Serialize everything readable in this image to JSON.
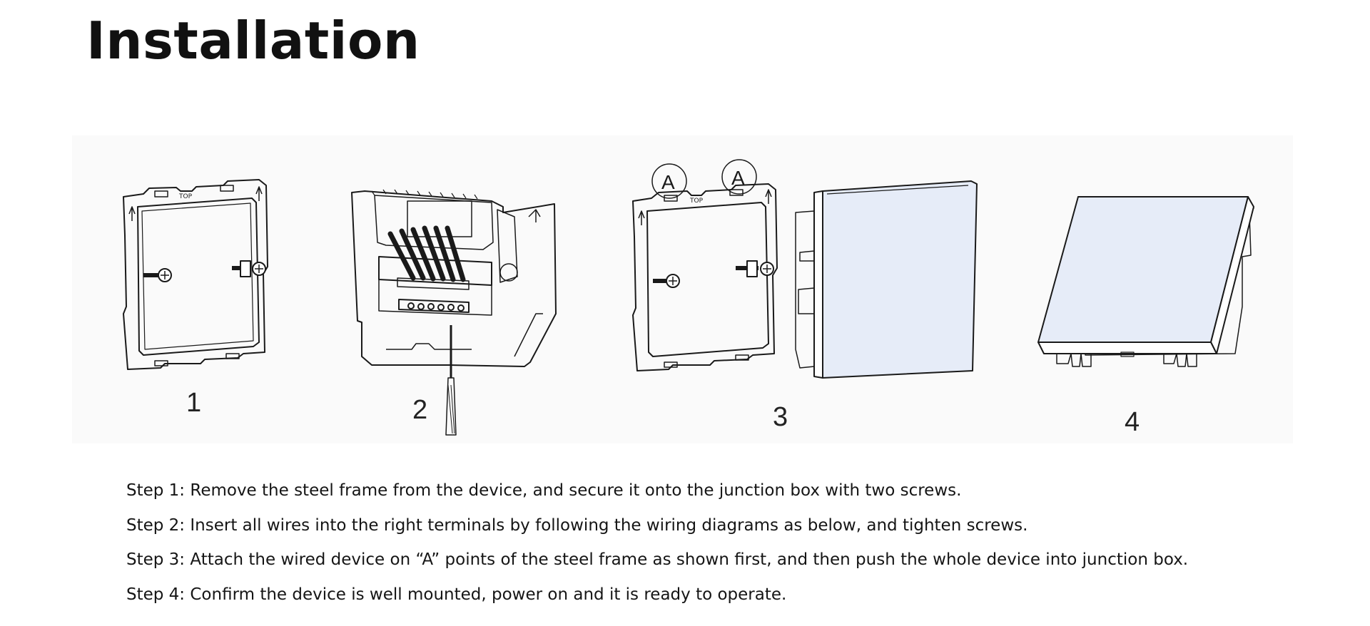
{
  "page": {
    "title": "Installation"
  },
  "figure": {
    "panel_labels": [
      "1",
      "2",
      "3",
      "4"
    ],
    "frame_marks": {
      "top": "TOP",
      "point": "A"
    },
    "colors": {
      "panel_face": "#e6ecf8",
      "stroke": "#1a1a1a",
      "background": "#fafafa"
    }
  },
  "steps": [
    "Step 1: Remove the steel frame from the device, and secure it onto the junction box with two screws.",
    "Step 2: Insert all wires into the right terminals by following the wiring diagrams as below, and tighten screws.",
    "Step 3: Attach the wired device on “A” points of the steel frame as shown first, and then push the whole device into junction box.",
    "Step 4: Confirm the device is well mounted, power on and it is ready to operate."
  ]
}
